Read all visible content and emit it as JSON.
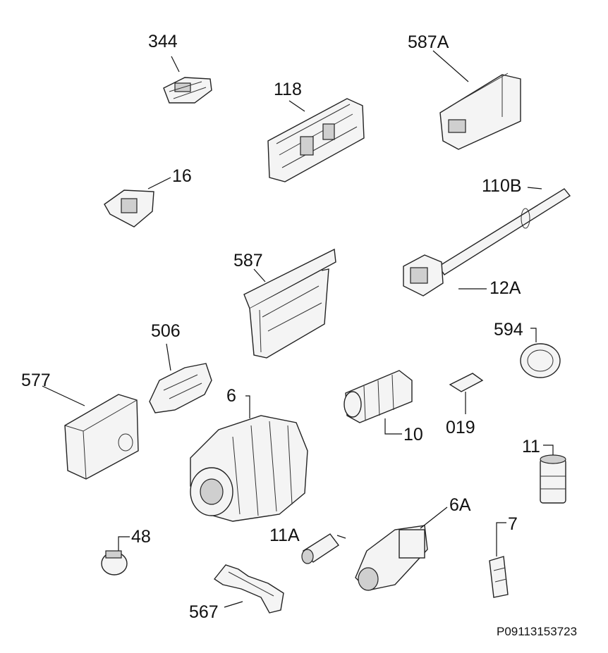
{
  "diagram": {
    "labels": {
      "p344": "344",
      "p587A": "587A",
      "p118": "118",
      "p16": "16",
      "p110B": "110B",
      "p587": "587",
      "p12A": "12A",
      "p506": "506",
      "p594": "594",
      "p577": "577",
      "p6": "6",
      "p10": "10",
      "p019": "019",
      "p11": "11",
      "p48": "48",
      "p11A": "11A",
      "p6A": "6A",
      "p7": "7",
      "p567": "567"
    },
    "reference_code": "P09113153723"
  }
}
